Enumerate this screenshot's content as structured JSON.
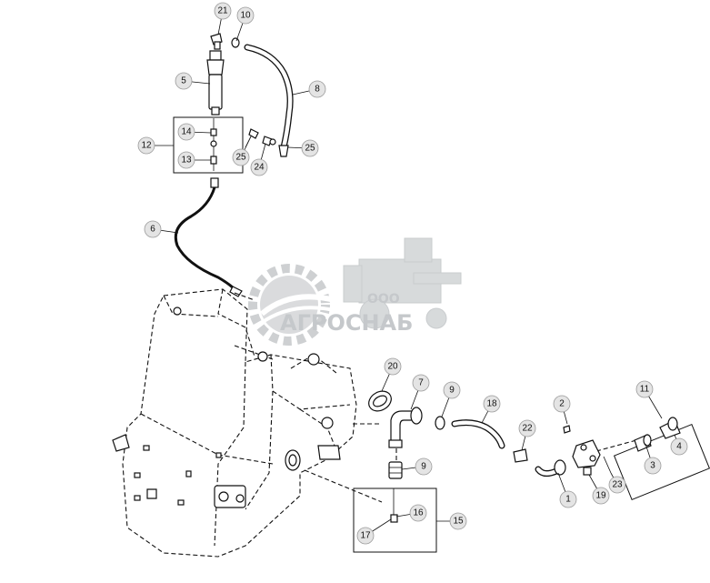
{
  "watermark": {
    "line1": "ООО",
    "line2": "АГРОСНАБ"
  },
  "callouts": [
    "21",
    "10",
    "5",
    "8",
    "14",
    "12",
    "13",
    "25",
    "24",
    "25",
    "6",
    "20",
    "7",
    "9",
    "18",
    "22",
    "2",
    "11",
    "9",
    "4",
    "3",
    "1",
    "19",
    "23",
    "16",
    "15",
    "17"
  ],
  "colors": {
    "callout_fill": "#e4e4e4",
    "line": "#111111",
    "watermark": "#bfc3c6"
  }
}
